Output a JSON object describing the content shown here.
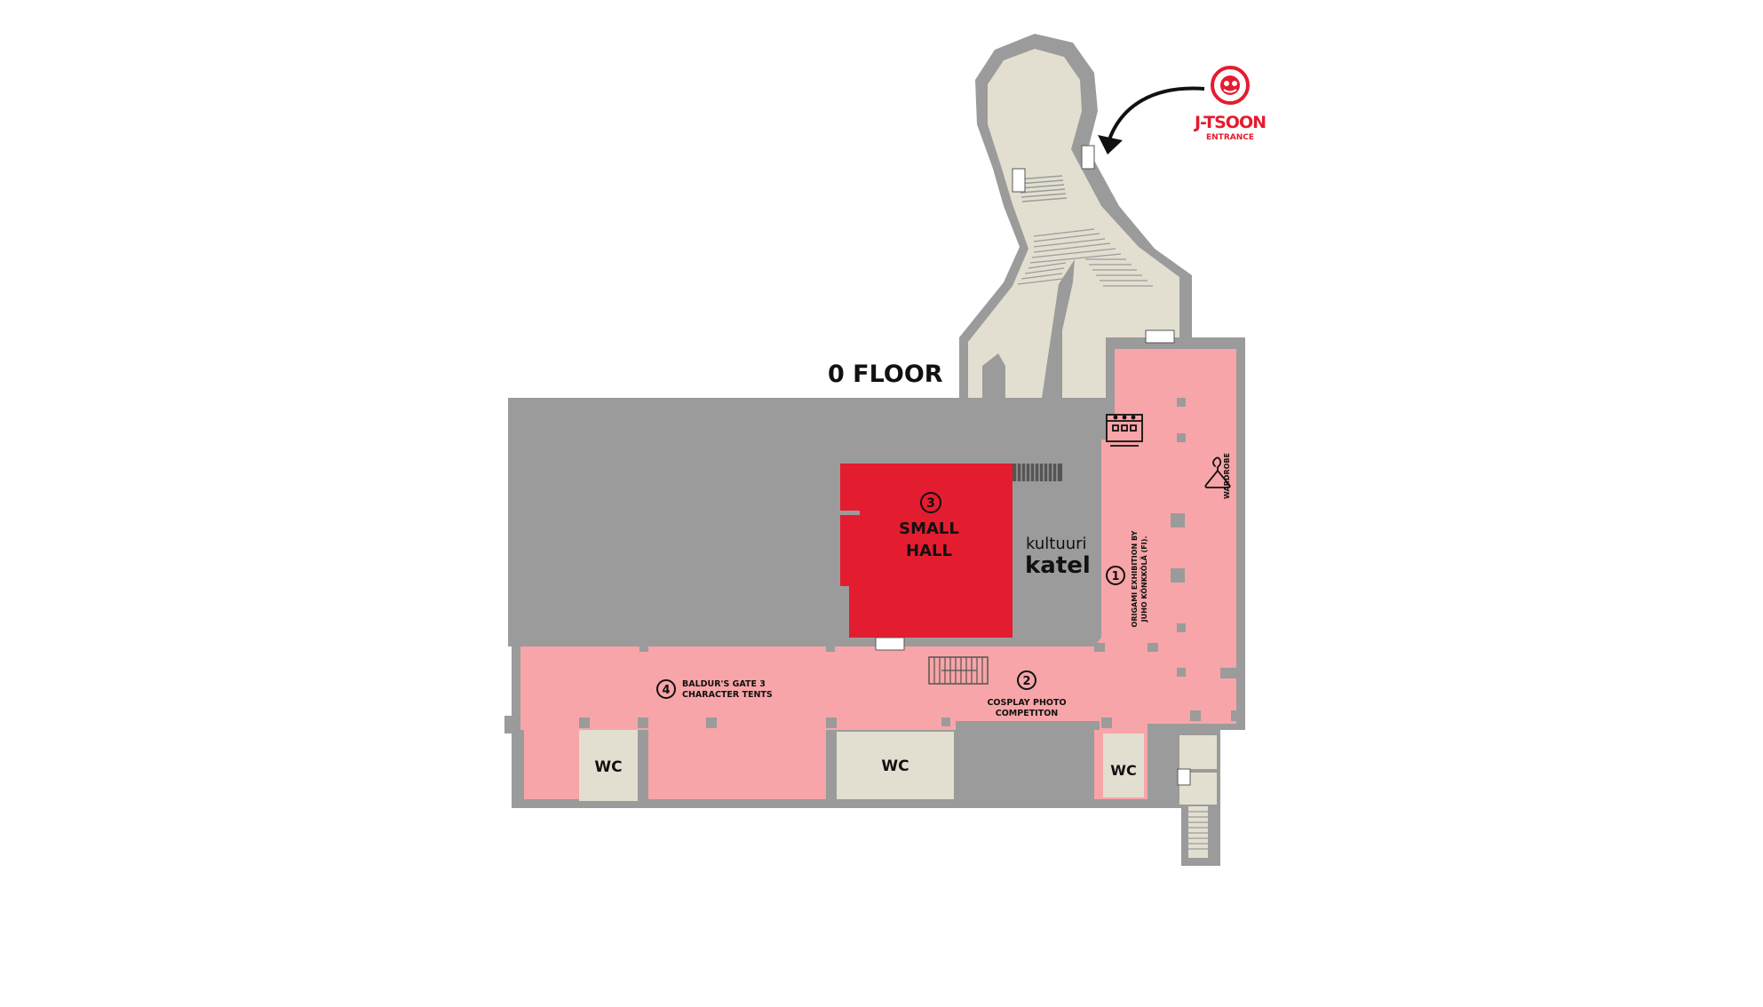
{
  "floor": {
    "title": "0 FLOOR"
  },
  "entrance": {
    "brand": "J-TSOON",
    "label": "ENTRANCE"
  },
  "venue": {
    "line1": "kultuuri",
    "line2": "katel"
  },
  "rooms": {
    "small_hall": {
      "number": "3",
      "line1": "SMALL",
      "line2": "HALL"
    },
    "wc_labels": [
      "WC",
      "WC",
      "WC"
    ]
  },
  "points": [
    {
      "number": "1",
      "line1": "ORIGAMI EXHIBITION BY",
      "line2": "JUHO KÖNKKÖLÄ (FI)."
    },
    {
      "number": "2",
      "line1": "COSPLAY PHOTO",
      "line2": "COMPETITON"
    },
    {
      "number": "4",
      "line1": "BALDUR'S GATE 3",
      "line2": "CHARACTER TENTS"
    }
  ],
  "services": {
    "wardrobe": "WARDROBE",
    "wardrobe_icon": "hanger-icon",
    "shop_icon": "shop-icon"
  },
  "colors": {
    "wall": "#9b9b9b",
    "tower_floor": "#e3dfd0",
    "corridor": "#f7a5a8",
    "small_hall": "#e41c2f",
    "accent_red": "#e41c2f",
    "text": "#111111"
  }
}
